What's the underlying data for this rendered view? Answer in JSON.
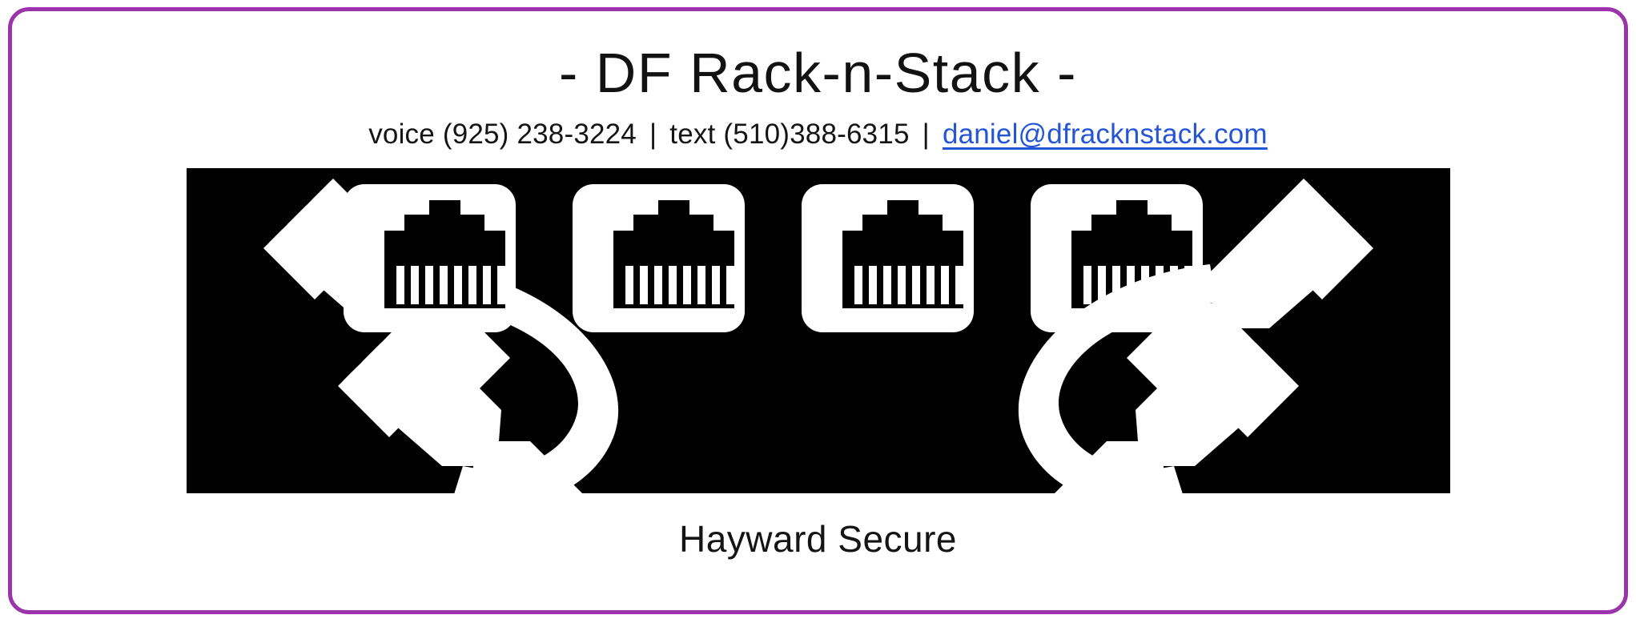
{
  "card": {
    "border_color": "#9b34ab",
    "background": "#ffffff"
  },
  "header": {
    "title": "- DF Rack-n-Stack -"
  },
  "contact": {
    "voice_label": "voice (925) 238-3224",
    "separator_1": "|",
    "text_label": "text (510)388-6315",
    "separator_2": "|",
    "email": "daniel@dfracknstack.com",
    "link_color": "#2455d4"
  },
  "banner": {
    "background": "#000000",
    "foreground": "#ffffff",
    "jack_count": 4,
    "pins_per_jack": 8,
    "left_connector": "rj45-cable-plug-pair",
    "right_connector": "rj45-cable-plug-pair"
  },
  "caption": {
    "text": "Hayward Secure"
  }
}
